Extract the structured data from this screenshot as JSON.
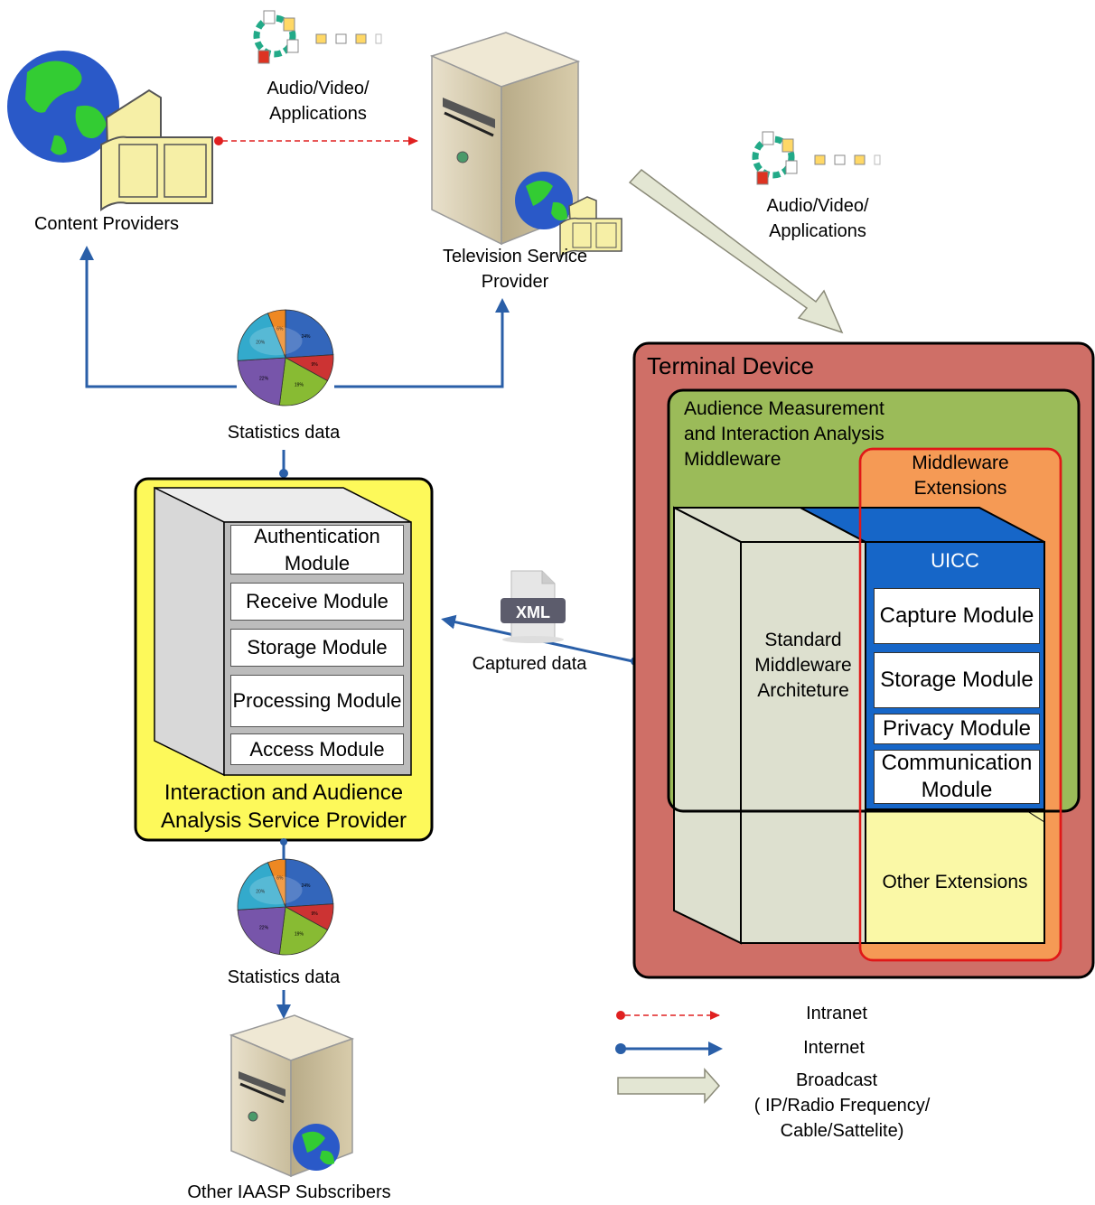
{
  "labels": {
    "content_providers": "Content Providers",
    "av_apps_top": "Audio/Video/ Applications",
    "tv_provider": "Television Service Provider",
    "av_apps_right": "Audio/Video/ Applications",
    "stats_top": "Statistics data",
    "stats_bottom": "Statistics data",
    "captured": "Captured data",
    "xml": "XML",
    "other_subscribers": "Other IAASP Subscribers"
  },
  "iaasp": {
    "title": "Interaction and Audience Analysis Service Provider",
    "modules": [
      "Authentication Module",
      "Receive Module",
      "Storage Module",
      "Processing Module",
      "Access Module"
    ]
  },
  "terminal": {
    "title": "Terminal Device",
    "audience": "Audience Measurement and Interaction Analysis Middleware",
    "extensions": "Middleware Extensions",
    "standard": "Standard Middleware Architeture",
    "uicc": "UICC",
    "uicc_modules": [
      "Capture Module",
      "Storage Module",
      "Privacy Module",
      "Communication Module"
    ],
    "other_ext": "Other Extensions"
  },
  "legend": {
    "intranet": "Intranet",
    "internet": "Internet",
    "broadcast": "Broadcast",
    "broadcast_note": "( IP/Radio Frequency/ Cable/Sattelite)"
  },
  "pie": {
    "slice_labels": [
      "24%",
      "9%",
      "19%",
      "22%",
      "20%",
      "6%"
    ],
    "colors": [
      "#3366bb",
      "#cc3333",
      "#88bb33",
      "#7755aa",
      "#33aacc",
      "#ee8822"
    ]
  }
}
